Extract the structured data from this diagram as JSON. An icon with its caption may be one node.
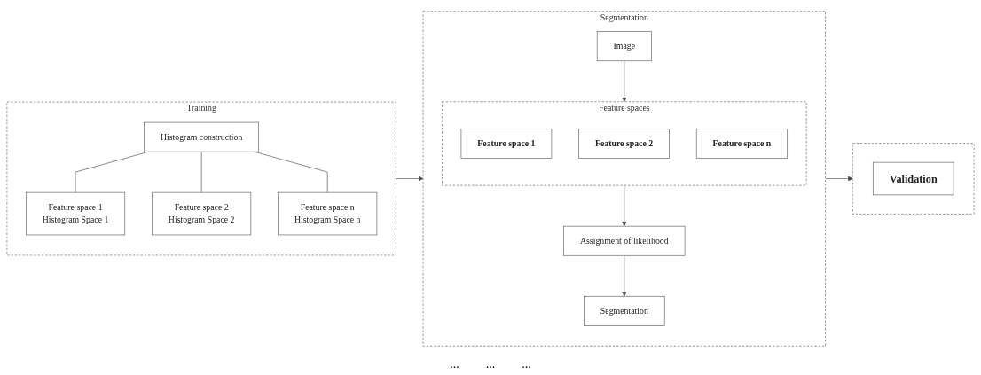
{
  "diagram": {
    "nodes": [
      {
        "text": [
          "Training"
        ]
      },
      {
        "text": [
          "Histogram construction"
        ],
        "in": 0
      },
      {
        "text": [
          "Feature space 1",
          "Histogram Space 1"
        ],
        "in": 0
      },
      {
        "text": [
          "Feature space 2",
          "Histogram Space 2"
        ],
        "in": 0
      },
      {
        "text": [
          "Feature space n",
          "Histogram Space n"
        ],
        "in": 0
      },
      {
        "text": [
          "Segmentation"
        ]
      },
      {
        "text": [
          "Image"
        ],
        "in": 5
      },
      {
        "text": [
          "Feature spaces"
        ],
        "in": 5
      },
      {
        "text": [
          "Feature space 1"
        ],
        "in": 7
      },
      {
        "text": [
          "Feature space 2"
        ],
        "in": 7
      },
      {
        "text": [
          "Feature space n"
        ],
        "in": 7
      },
      {
        "text": [
          "Assignment of likelihood"
        ],
        "in": 5
      },
      {
        "text": [
          "Segmentation"
        ],
        "in": 5
      },
      {
        "text": [],
        "shape": "box"
      },
      {
        "text": [
          "Validation"
        ],
        "in": 13
      }
    ],
    "edges": [
      {
        "from": 1,
        "to": 2,
        "arrow": "none"
      },
      {
        "from": 1,
        "to": 3,
        "arrow": "none"
      },
      {
        "from": 1,
        "to": 4,
        "arrow": "none"
      },
      {
        "from": 0,
        "to": 5,
        "arrow": "to"
      },
      {
        "from": 6,
        "to": 7,
        "arrow": "to"
      },
      {
        "from": 7,
        "to": 11,
        "arrow": "to"
      },
      {
        "from": 11,
        "to": 12,
        "arrow": "to"
      },
      {
        "from": 5,
        "to": 13,
        "arrow": "to"
      }
    ],
    "labels": [
      "...",
      "...",
      "..."
    ]
  }
}
